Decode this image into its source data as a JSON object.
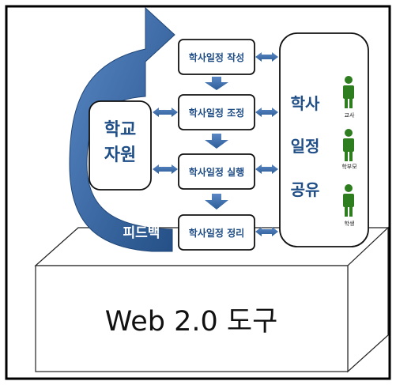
{
  "step_boxes": [
    {
      "label": "학사일정 작성"
    },
    {
      "label": "학사일정 조정"
    },
    {
      "label": "학사일정 실행"
    },
    {
      "label": "학사일정 정리"
    }
  ],
  "school_resources": {
    "line1": "학교",
    "line2": "자원"
  },
  "share_panel": {
    "lines": [
      "학사",
      "일정",
      "공유"
    ],
    "people": [
      {
        "label": "교사"
      },
      {
        "label": "학부모"
      },
      {
        "label": "학생"
      }
    ]
  },
  "feedback_label": "피드백",
  "platform_label": "Web 2.0 도구",
  "colors": {
    "arrow_blue": "#3c6fae",
    "arrow_blue_dark": "#244f86",
    "person_green": "#2e7d1f",
    "outline": "#111111",
    "frame": "#000000",
    "text_blue": "#1f4d86"
  }
}
